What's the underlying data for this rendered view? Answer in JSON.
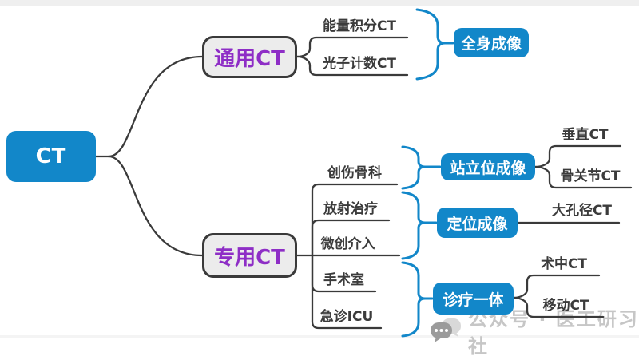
{
  "diagram_type": "mindmap",
  "mindmap": {
    "root": {
      "label": "CT"
    },
    "children": [
      {
        "label": "通用CT",
        "children": [
          {
            "label": "能量积分CT"
          },
          {
            "label": "光子计数CT"
          }
        ],
        "summaries": [
          {
            "label": "全身成像",
            "covers": [
              "能量积分CT",
              "光子计数CT"
            ],
            "children": []
          }
        ]
      },
      {
        "label": "专用CT",
        "children": [
          {
            "label": "创伤骨科"
          },
          {
            "label": "放射治疗"
          },
          {
            "label": "微创介入"
          },
          {
            "label": "手术室"
          },
          {
            "label": "急诊ICU"
          }
        ],
        "summaries": [
          {
            "label": "站立位成像",
            "covers": [
              "创伤骨科"
            ],
            "children": [
              {
                "label": "垂直CT"
              },
              {
                "label": "骨关节CT"
              }
            ]
          },
          {
            "label": "定位成像",
            "covers": [
              "放射治疗",
              "微创介入"
            ],
            "children": [
              {
                "label": "大孔径CT"
              }
            ]
          },
          {
            "label": "诊疗一体",
            "covers": [
              "手术室",
              "急诊ICU"
            ],
            "children": [
              {
                "label": "术中CT"
              },
              {
                "label": "移动CT"
              }
            ]
          }
        ]
      }
    ]
  },
  "watermark": {
    "icon": "chat-bubbles-icon",
    "text": "公众号 · 医工研习社"
  },
  "colors": {
    "node_blue": "#1287c9",
    "brace_blue": "#1287c9",
    "branch_text_purple": "#8e2ec6",
    "branch_box_gray": "#ececec",
    "line_dark": "#3a3a3a",
    "label_dark": "#3b3b3b",
    "watermark_gray": "#c6c6c6",
    "background": "#ffffff"
  }
}
